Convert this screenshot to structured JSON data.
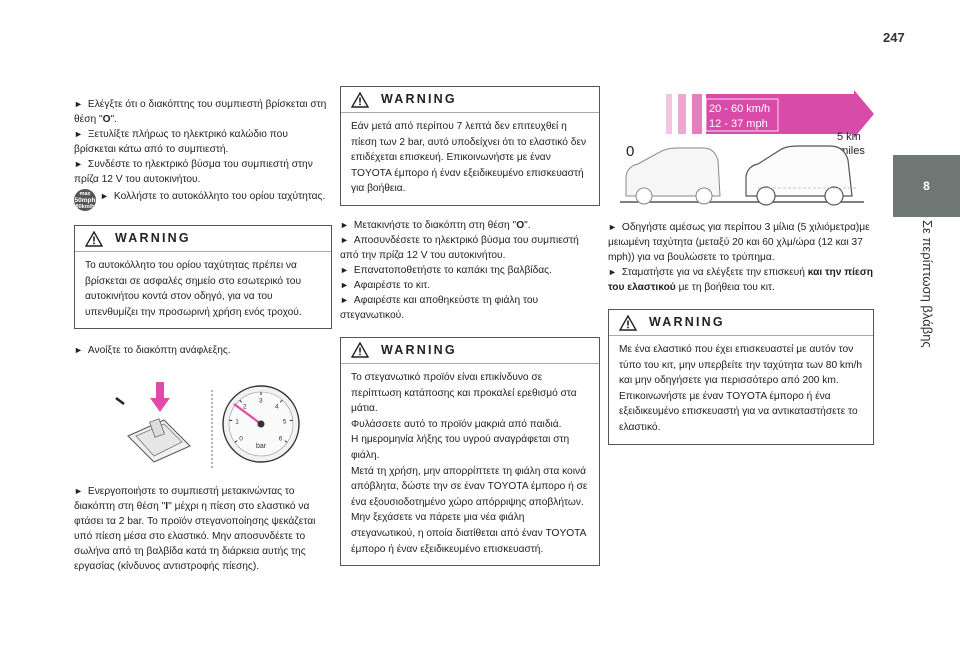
{
  "page_number": "247",
  "chapter": {
    "number": "8",
    "title": "Σε περίπτωση βλάβης"
  },
  "col1": {
    "steps": [
      {
        "a": "Ελέγξτε ότι ο διακόπτης του συμπιεστή βρίσκεται στη θέση \"",
        "b": "O",
        "c": "\"."
      },
      {
        "text": "Ξετυλίξτε πλήρως το ηλεκτρικό καλώδιο που βρίσκεται κάτω από το συμπιεστή."
      },
      {
        "text": "Συνδέστε το ηλεκτρικό βύσμα του συμπιεστή στην πρίζα 12 V του αυτοκινήτου."
      }
    ],
    "badge": {
      "top": "max",
      "mid": "50mph",
      "bottom": "80km/h"
    },
    "badge_step": "Κολλήστε το αυτοκόλλητο του ορίου ταχύτητας.",
    "warning": {
      "title": "WARNING",
      "text": "Το αυτοκόλλητο του ορίου ταχύτητας πρέπει να βρίσκεται σε ασφαλές σημείο στο εσωτερικό του αυτοκινήτου κοντά στον οδηγό, για να του υπενθυμίζει την προσωρινή χρήση ενός τροχού."
    },
    "step_ignition": "Ανοίξτε το διακόπτη ανάφλεξης.",
    "gauge": {
      "unit": "bar",
      "ticks": [
        "0",
        "1",
        "2",
        "3",
        "4",
        "5",
        "6"
      ]
    },
    "step_on": {
      "a": "Ενεργοποιήστε το συμπιεστή μετακινώντας το διακόπτη στη θέση \"",
      "b": "I",
      "c": "\" μέχρι η πίεση στο ελαστικό να φτάσει τα 2 bar. Το προϊόν στεγανοποίησης ψεκάζεται υπό πίεση μέσα στο ελαστικό. Μην αποσυνδέετε το σωλήνα από τη βαλβίδα κατά τη διάρκεια αυτής της εργασίας (κίνδυνος αντιστροφής πίεσης)."
    }
  },
  "col2": {
    "warning1": {
      "title": "WARNING",
      "text": "Εάν μετά από περίπου 7 λεπτά δεν επιτευχθεί η πίεση των 2 bar, αυτό υποδείχνει ότι το ελαστικό δεν επιδέχεται επισκευή. Επικοινωνήστε με έναν TOYOTA έμπορο ή έναν εξειδικευμένο επισκευαστή για βοήθεια."
    },
    "steps": [
      {
        "a": "Μετακινήστε το διακόπτη στη θέση \"",
        "b": "O",
        "c": "\"."
      },
      {
        "text": "Αποσυνδέσετε το ηλεκτρικό βύσμα του συμπιεστή από την πρίζα 12 V του αυτοκινήτου."
      },
      {
        "text": "Επανατοποθετήστε το καπάκι της βαλβίδας."
      },
      {
        "text": "Αφαιρέστε το κιτ."
      },
      {
        "text": "Αφαιρέστε και αποθηκεύστε τη φιάλη του στεγανωτικού."
      }
    ],
    "warning2": {
      "title": "WARNING",
      "lines": [
        "Το στεγανωτικό προϊόν είναι επικίνδυνο σε περίπτωση κατάποσης και προκαλεί ερεθισμό στα μάτια.",
        "Φυλάσσετε αυτό το προϊόν μακριά από παιδιά.",
        "Η ημερομηνία λήξης του υγρού αναγράφεται στη φιάλη.",
        "Μετά τη χρήση, μην απορρίπτετε τη φιάλη στα κοινά απόβλητα, δώστε την σε έναν TOYOTA έμπορο ή σε ένα εξουσιοδοτημένο χώρο απόρριψης αποβλήτων.",
        "Μην ξεχάσετε να πάρετε μια νέα φιάλη στεγανωτικού, η οποία διατίθεται από έναν TOYOTA έμπορο ή έναν εξειδικευμένο επισκευαστή."
      ]
    }
  },
  "col3": {
    "figure": {
      "speed_line1": "20 - 60 km/h",
      "speed_line2": "12 - 37 mph",
      "start": "0",
      "dist_line1": "5 km",
      "dist_line2": "3 miles",
      "accent": "#c2188c"
    },
    "step_drive": "Οδηγήστε αμέσως για περίπου 3 μίλια (5 χιλιόμετρα)με μειωμένη ταχύτητα (μεταξύ 20 και 60 χλμ/ώρα (12 και 37 mph)) για να βουλώσετε το τρύπημα.",
    "step_stop": {
      "a": "Σταματήστε για να ελέγξετε την επισκευή ",
      "b": "και την πίεση του ελαστικού",
      "c": " με τη βοήθεια του κιτ."
    },
    "warning": {
      "title": "WARNING",
      "lines": [
        "Με ένα ελαστικό που έχει επισκευαστεί με αυτόν τον τύπο του κιτ, μην υπερβείτε την ταχύτητα των 80 km/h και μην οδηγήσετε για περισσότερο από 200 km.",
        "Επικοινωνήστε με έναν TOYOTA έμπορο ή ένα εξειδικευμένο επισκευαστή για να αντικαταστήσετε το ελαστικό."
      ]
    }
  }
}
